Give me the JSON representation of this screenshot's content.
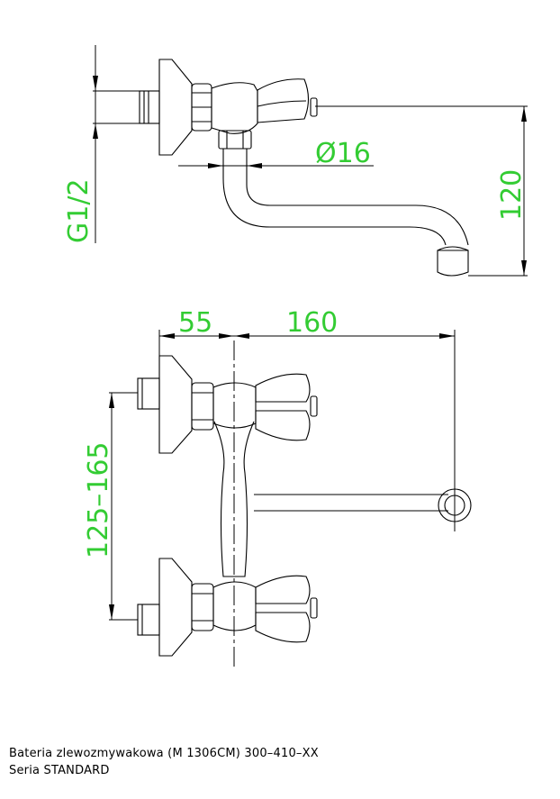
{
  "dimensions": {
    "g12": "G1/2",
    "d16": "Ø16",
    "h120": "120",
    "w55": "55",
    "w160": "160",
    "spacing": "125–165"
  },
  "caption": {
    "line1": "Bateria zlewozmywakowa (M 1306CM) 300–410–XX",
    "line2": "Seria STANDARD"
  },
  "colors": {
    "dimension_text": "#33cc33",
    "lines": "#000000"
  }
}
